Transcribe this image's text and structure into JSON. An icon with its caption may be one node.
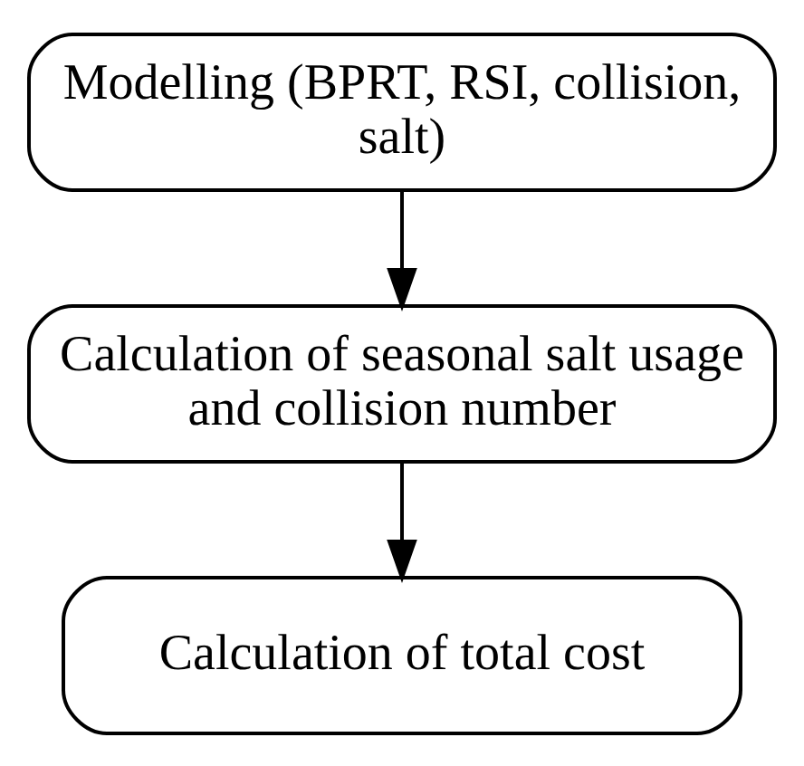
{
  "diagram": {
    "nodes": [
      {
        "text": [
          "Modelling (BPRT, RSI, collision, salt)"
        ]
      },
      {
        "text": [
          "Calculation of seasonal salt usage and collision number"
        ]
      },
      {
        "text": [
          "Calculation of total cost"
        ]
      }
    ],
    "edges": [
      {
        "from": 0,
        "to": 1,
        "arrow": "to"
      },
      {
        "from": 1,
        "to": 2,
        "arrow": "to"
      }
    ]
  }
}
